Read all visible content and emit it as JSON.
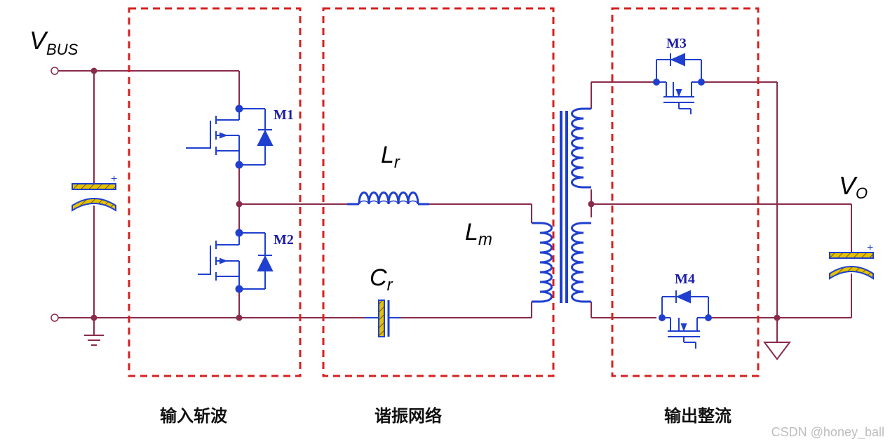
{
  "labels": {
    "vbus_main": "V",
    "vbus_sub": "BUS",
    "vo_main": "V",
    "vo_sub": "O",
    "lr_main": "L",
    "lr_sub": "r",
    "lm_main": "L",
    "lm_sub": "m",
    "cr_main": "C",
    "cr_sub": "r",
    "m1": "M1",
    "m2": "M2",
    "m3": "M3",
    "m4": "M4",
    "plus": "+"
  },
  "blocks": {
    "input_chopper": "输入斩波",
    "resonant_network": "谐振网络",
    "output_rectifier": "输出整流"
  },
  "watermark": "CSDN @honey_ball",
  "colors": {
    "wire": "#8a2a4a",
    "component": "#1f3fd0",
    "dashed_box": "#d62020",
    "cap_fill": "#e5c200",
    "label": "#000000"
  }
}
